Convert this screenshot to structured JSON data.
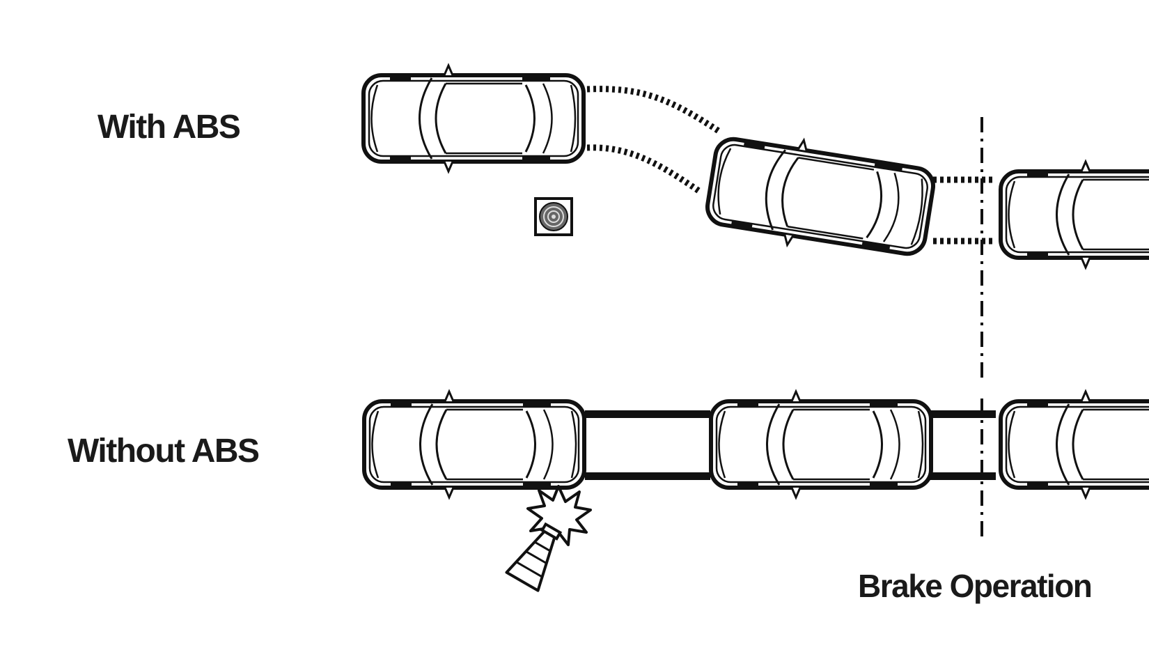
{
  "labels": {
    "with_abs": "With ABS",
    "without_abs": "Without ABS",
    "brake_operation": "Brake Operation"
  },
  "colors": {
    "ink": "#111111",
    "background": "#ffffff"
  },
  "icons": [
    "car-icon",
    "obstacle-cone-icon",
    "collision-burst-icon",
    "traffic-cone-icon"
  ]
}
